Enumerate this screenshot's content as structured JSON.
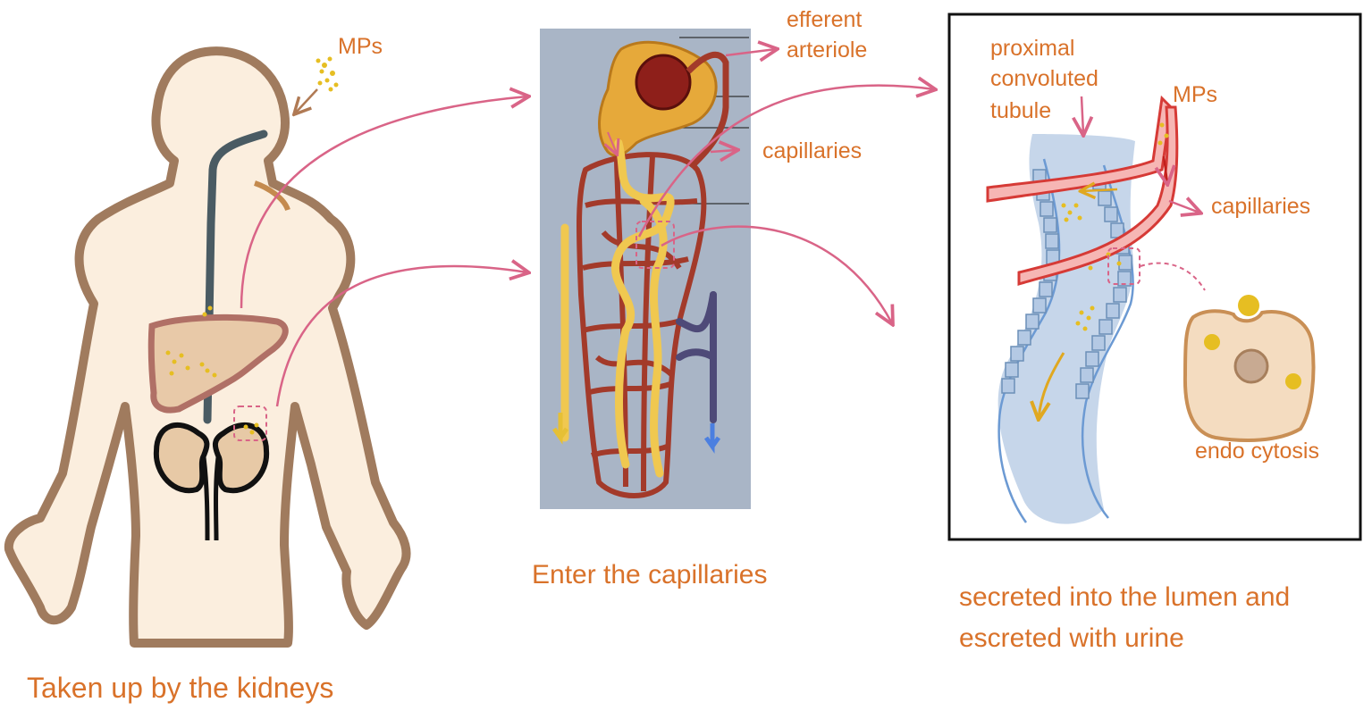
{
  "labels": {
    "mps_body": "MPs",
    "efferent": "efferent",
    "arteriole": "arteriole",
    "capillaries_mid": "capillaries",
    "proximal": "proximal",
    "convoluted": "convoluted",
    "tubule": "tubule",
    "mps_box": "MPs",
    "capillaries_box": "capillaries",
    "endocytosis": "endo cytosis"
  },
  "captions": {
    "left": "Taken up by the kidneys",
    "middle": "Enter the capillaries",
    "right_line1": "secreted into the lumen and",
    "right_line2": "escreted with urine"
  },
  "colors": {
    "label_orange": "#d9722a",
    "arrow_pink": "#d96487",
    "skin": "#fbeede",
    "body_outline": "#a07b5e",
    "esophagus": "#4a5b63",
    "liver": "#e8c9a8",
    "liver_outline": "#b07066",
    "particle_yellow": "#e6be22",
    "panel_bg": "#a9b5c6",
    "artery_red": "#a33a2a",
    "tubule_yellow": "#f0c850",
    "vein_purple": "#4e4a78",
    "tubule_blue": "#c6d6ea",
    "tubule_outline": "#6c9ad3",
    "capillary_red": "#d63a36",
    "capillary_pink": "#f6b6b4",
    "cell_fill": "#f4dcc0",
    "cell_outline": "#c98f55"
  }
}
